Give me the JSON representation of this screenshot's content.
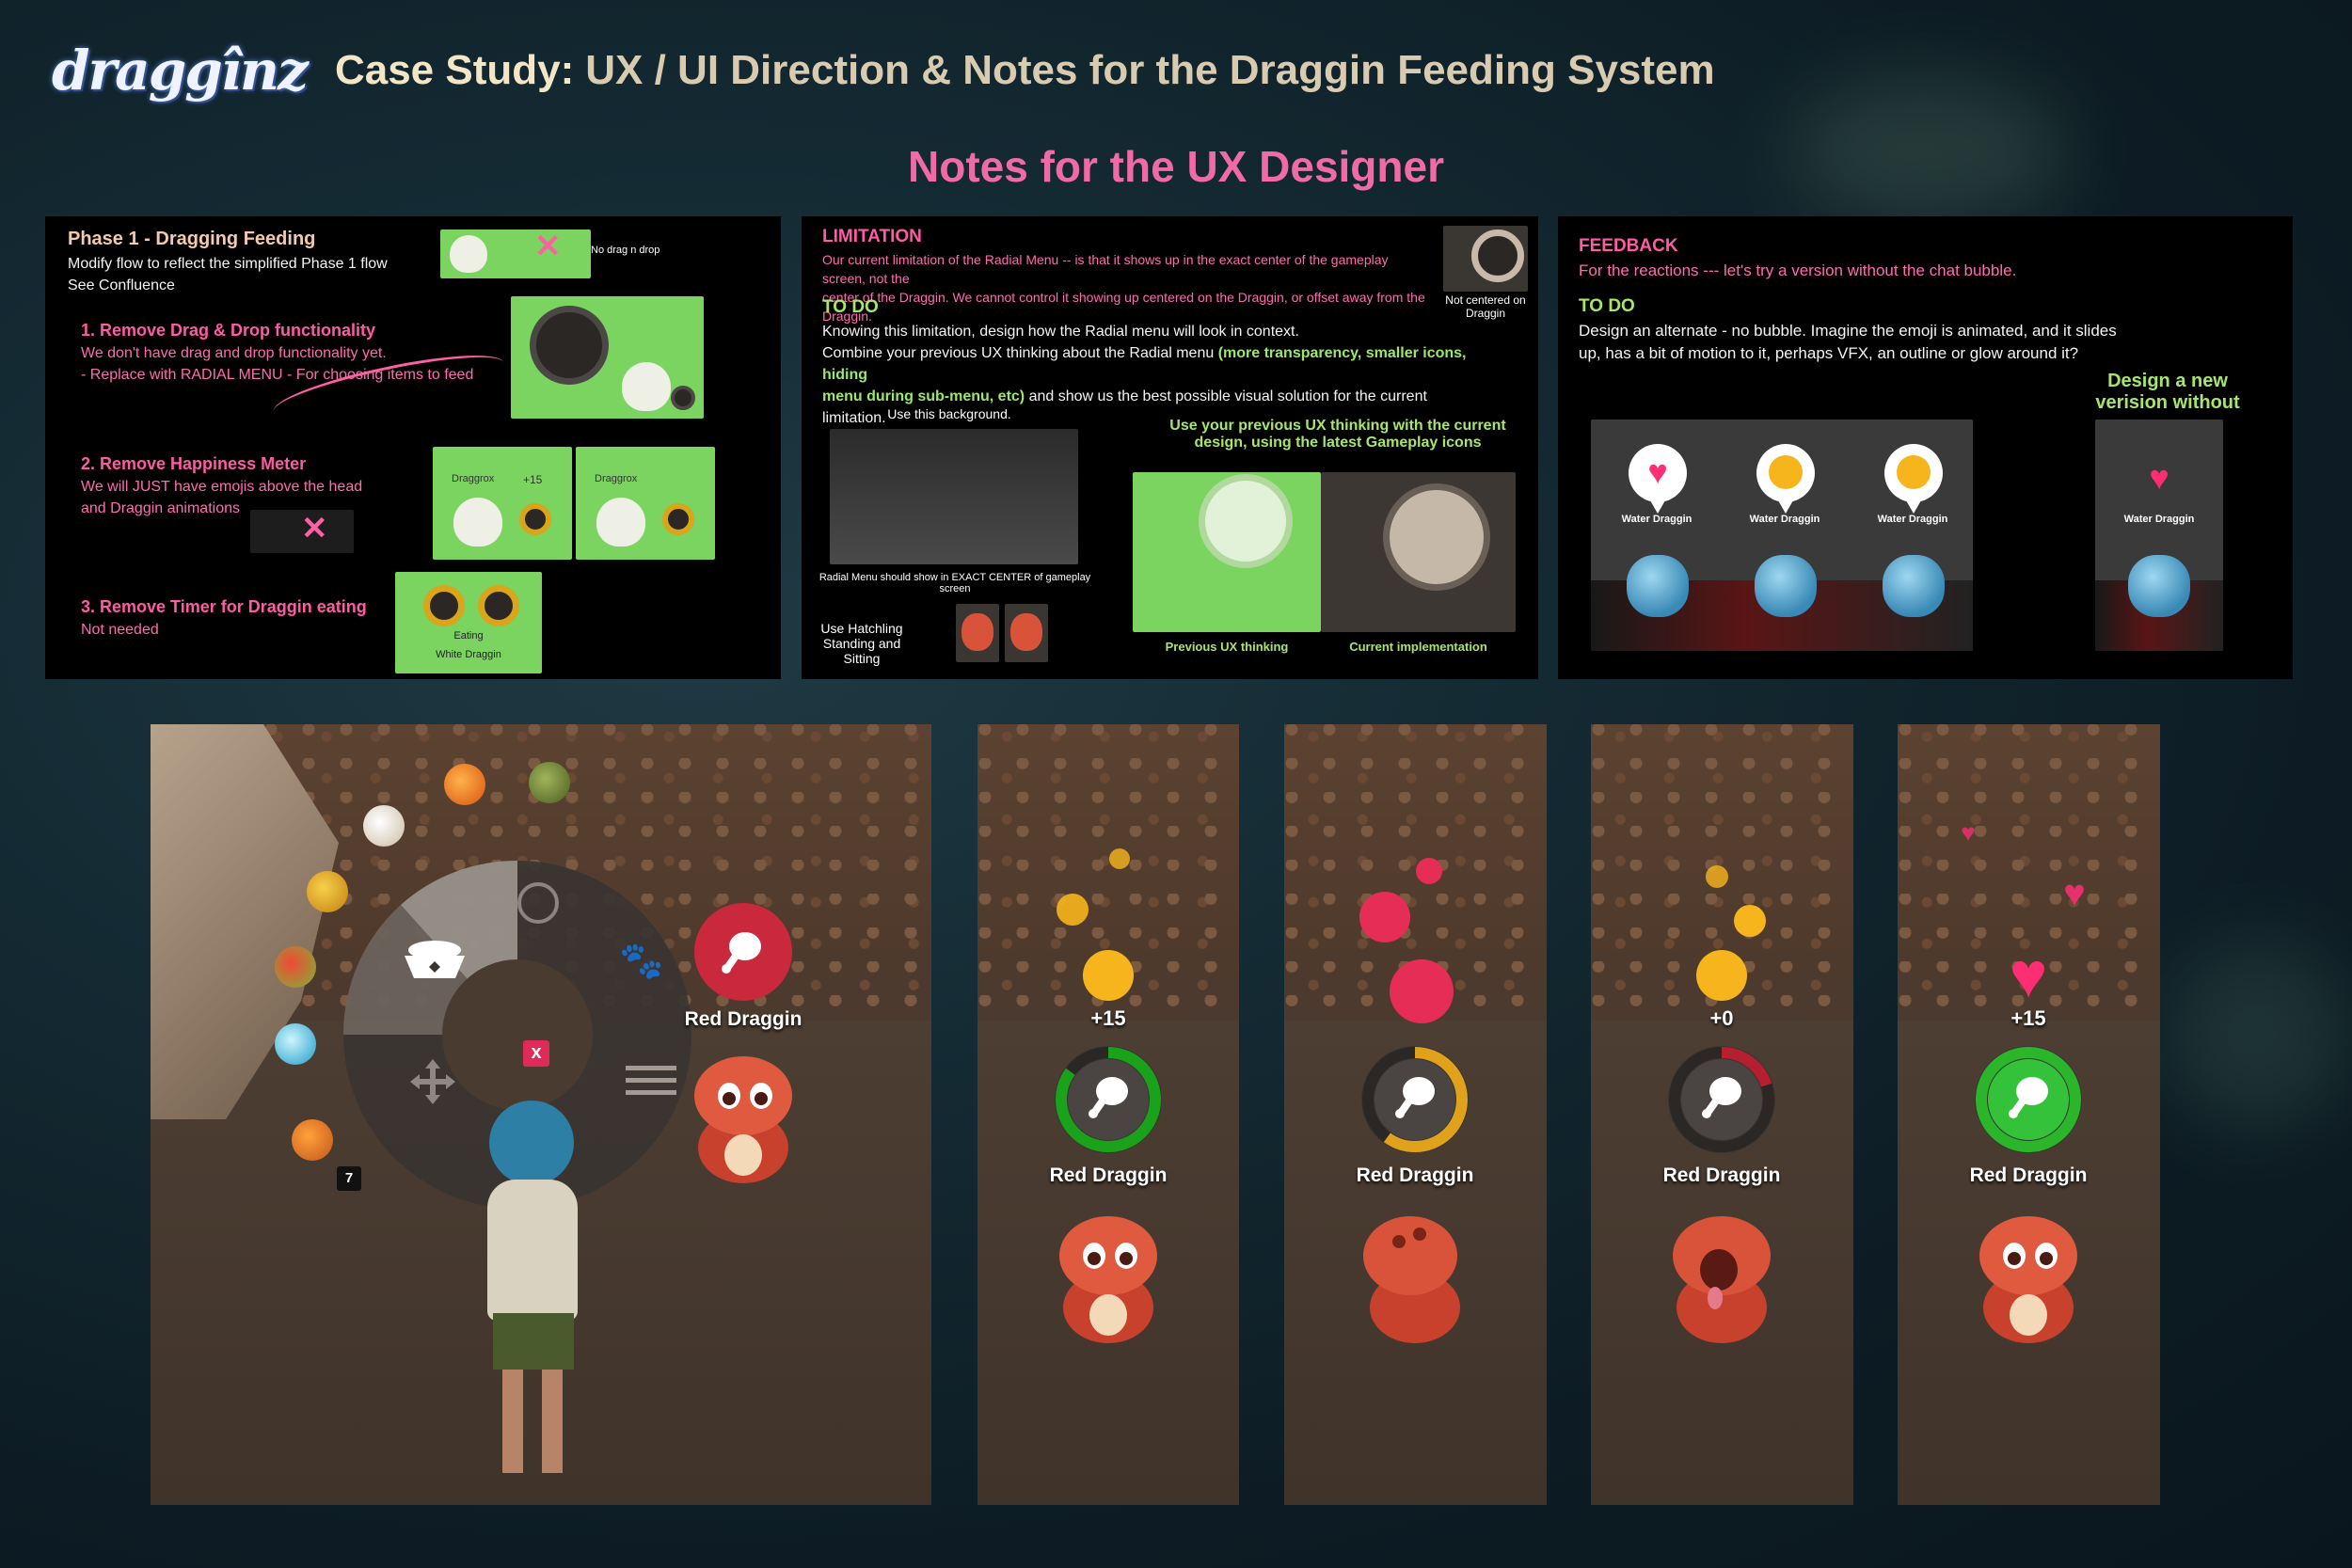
{
  "header": {
    "logo": "draggînz",
    "title_lead": "Case Study:",
    "title_rest": "UX / UI Direction & Notes for the Draggin Feeding System"
  },
  "subheading": "Notes for the UX Designer",
  "panel_phase1": {
    "title": "Phase 1 - Dragging Feeding",
    "intro_1": "Modify flow to reflect the simplified Phase 1 flow",
    "intro_2": "See Confluence",
    "drag_caption": "No drag n drop",
    "item1_title": "1.   Remove Drag & Drop functionality",
    "item1_line1": "We don't have drag and drop functionality yet.",
    "item1_line2": " -   Replace with RADIAL MENU - For choosing items to feed",
    "item2_title": "2. Remove Happiness Meter",
    "item2_line1": "We will JUST have emojis above the head",
    "item2_line2": "and Draggin animations",
    "item3_title": "3. Remove Timer for Draggin eating",
    "item3_line1": "Not needed",
    "thumb_label_a": "Draggrox",
    "thumb_label_b": "Draggrox",
    "thumb_plus": "+15",
    "thumb_eating": "Eating",
    "thumb_white": "White Draggin"
  },
  "panel_limitation": {
    "title": "LIMITATION",
    "body_1": "Our current limitation of the Radial Menu -- is that it shows up in the exact center of the gameplay screen, not the",
    "body_2": "center of the Draggin. We cannot control it showing up centered on the Draggin, or offset away from the Draggin.",
    "not_centered": "Not centered on Draggin",
    "todo_title": "TO DO",
    "todo_1": "Knowing this limitation,  design how the Radial menu will look in context.",
    "todo_2a": "Combine your previous UX thinking about  the Radial menu ",
    "todo_2b": "(more transparency, smaller icons, hiding",
    "todo_3a": "menu during sub-menu, etc)",
    "todo_3b": " and show us the best possible visual solution for the current limitation.",
    "use_bg": "Use this background.",
    "radial_note": "Radial Menu should show in EXACT CENTER of gameplay screen",
    "use_hatchling": "Use Hatchling Standing and Sitting",
    "use_prev": "Use your previous UX thinking with the current design, using the latest Gameplay icons",
    "prev_caption": "Previous UX thinking",
    "curr_caption": "Current implementation"
  },
  "panel_feedback": {
    "title": "FEEDBACK",
    "line1": "For the reactions --- let's try a version without the chat bubble.",
    "todo_title": "TO DO",
    "todo_1": "Design an alternate - no bubble. Imagine the emoji is animated, and it slides",
    "todo_2": "up, has a bit of motion to it, perhaps VFX, an outline or glow around it?",
    "design_new": "Design a new verision without",
    "card_label": "Water Draggin"
  },
  "scene_main": {
    "cancel_label": "x",
    "item_count": "7",
    "icons": [
      "mango-icon",
      "seed-pod-icon",
      "garlic-icon",
      "leaf-icon",
      "chili-icon",
      "water-drop-icon",
      "carrot-icon",
      "yarn-ball-icon",
      "paw-icon",
      "food-bowl-icon",
      "move-icon",
      "menu-icon"
    ],
    "draggin_name": "Red Draggin"
  },
  "reaction_panels": [
    {
      "delta": "+15",
      "name": "Red Draggin",
      "emoji": "smirk-face-icon",
      "ring_color": "#1aa31a",
      "ring_progress": 0.85
    },
    {
      "delta": "",
      "name": "Red Draggin",
      "emoji": "angry-face-icon",
      "ring_color": "#e0a21a",
      "ring_progress": 0.6
    },
    {
      "delta": "+0",
      "name": "Red Draggin",
      "emoji": "tongue-face-icon",
      "ring_color": "#b51f2f",
      "ring_progress": 0.2
    },
    {
      "delta": "+15",
      "name": "Red Draggin",
      "emoji": "heart-icon",
      "ring_color": "#2bb52b",
      "ring_progress": 1.0
    }
  ],
  "colors": {
    "accent_pink": "#f06ba6",
    "peach": "#f3e6c6",
    "green_note": "#a8e66a",
    "feed_red": "#c9283d"
  }
}
